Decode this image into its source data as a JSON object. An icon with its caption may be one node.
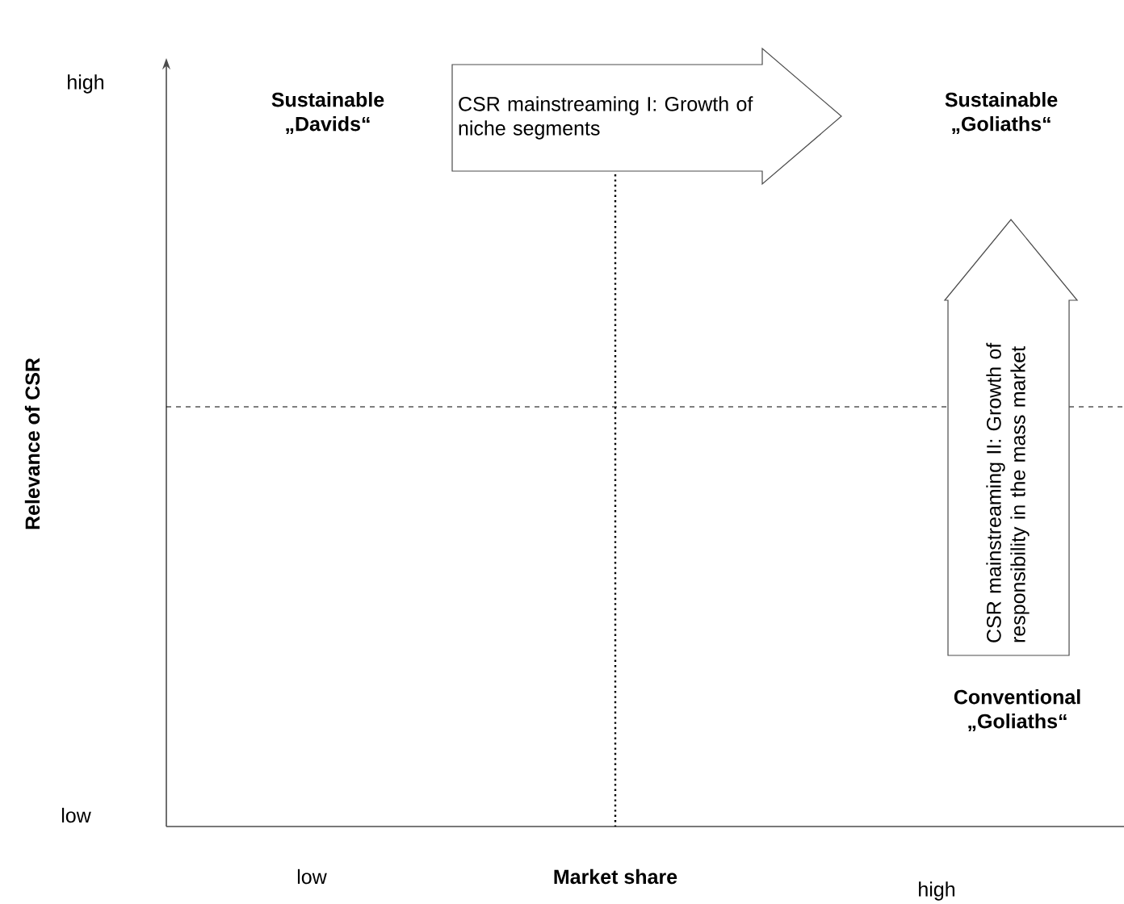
{
  "diagram": {
    "nodes": [
      {
        "text": [
          "CSR mainstreaming I: Growth of niche segments"
        ]
      },
      {
        "text": [
          "CSR mainstreaming II: Growth of responsibility in the mass market"
        ]
      }
    ],
    "labels": [
      "high",
      "Sustainable „Davids“",
      "Sustainable „Goliaths“",
      "Relevance of CSR",
      "Conventional „Goliaths“",
      "low",
      "low",
      "Market share",
      "high"
    ]
  }
}
